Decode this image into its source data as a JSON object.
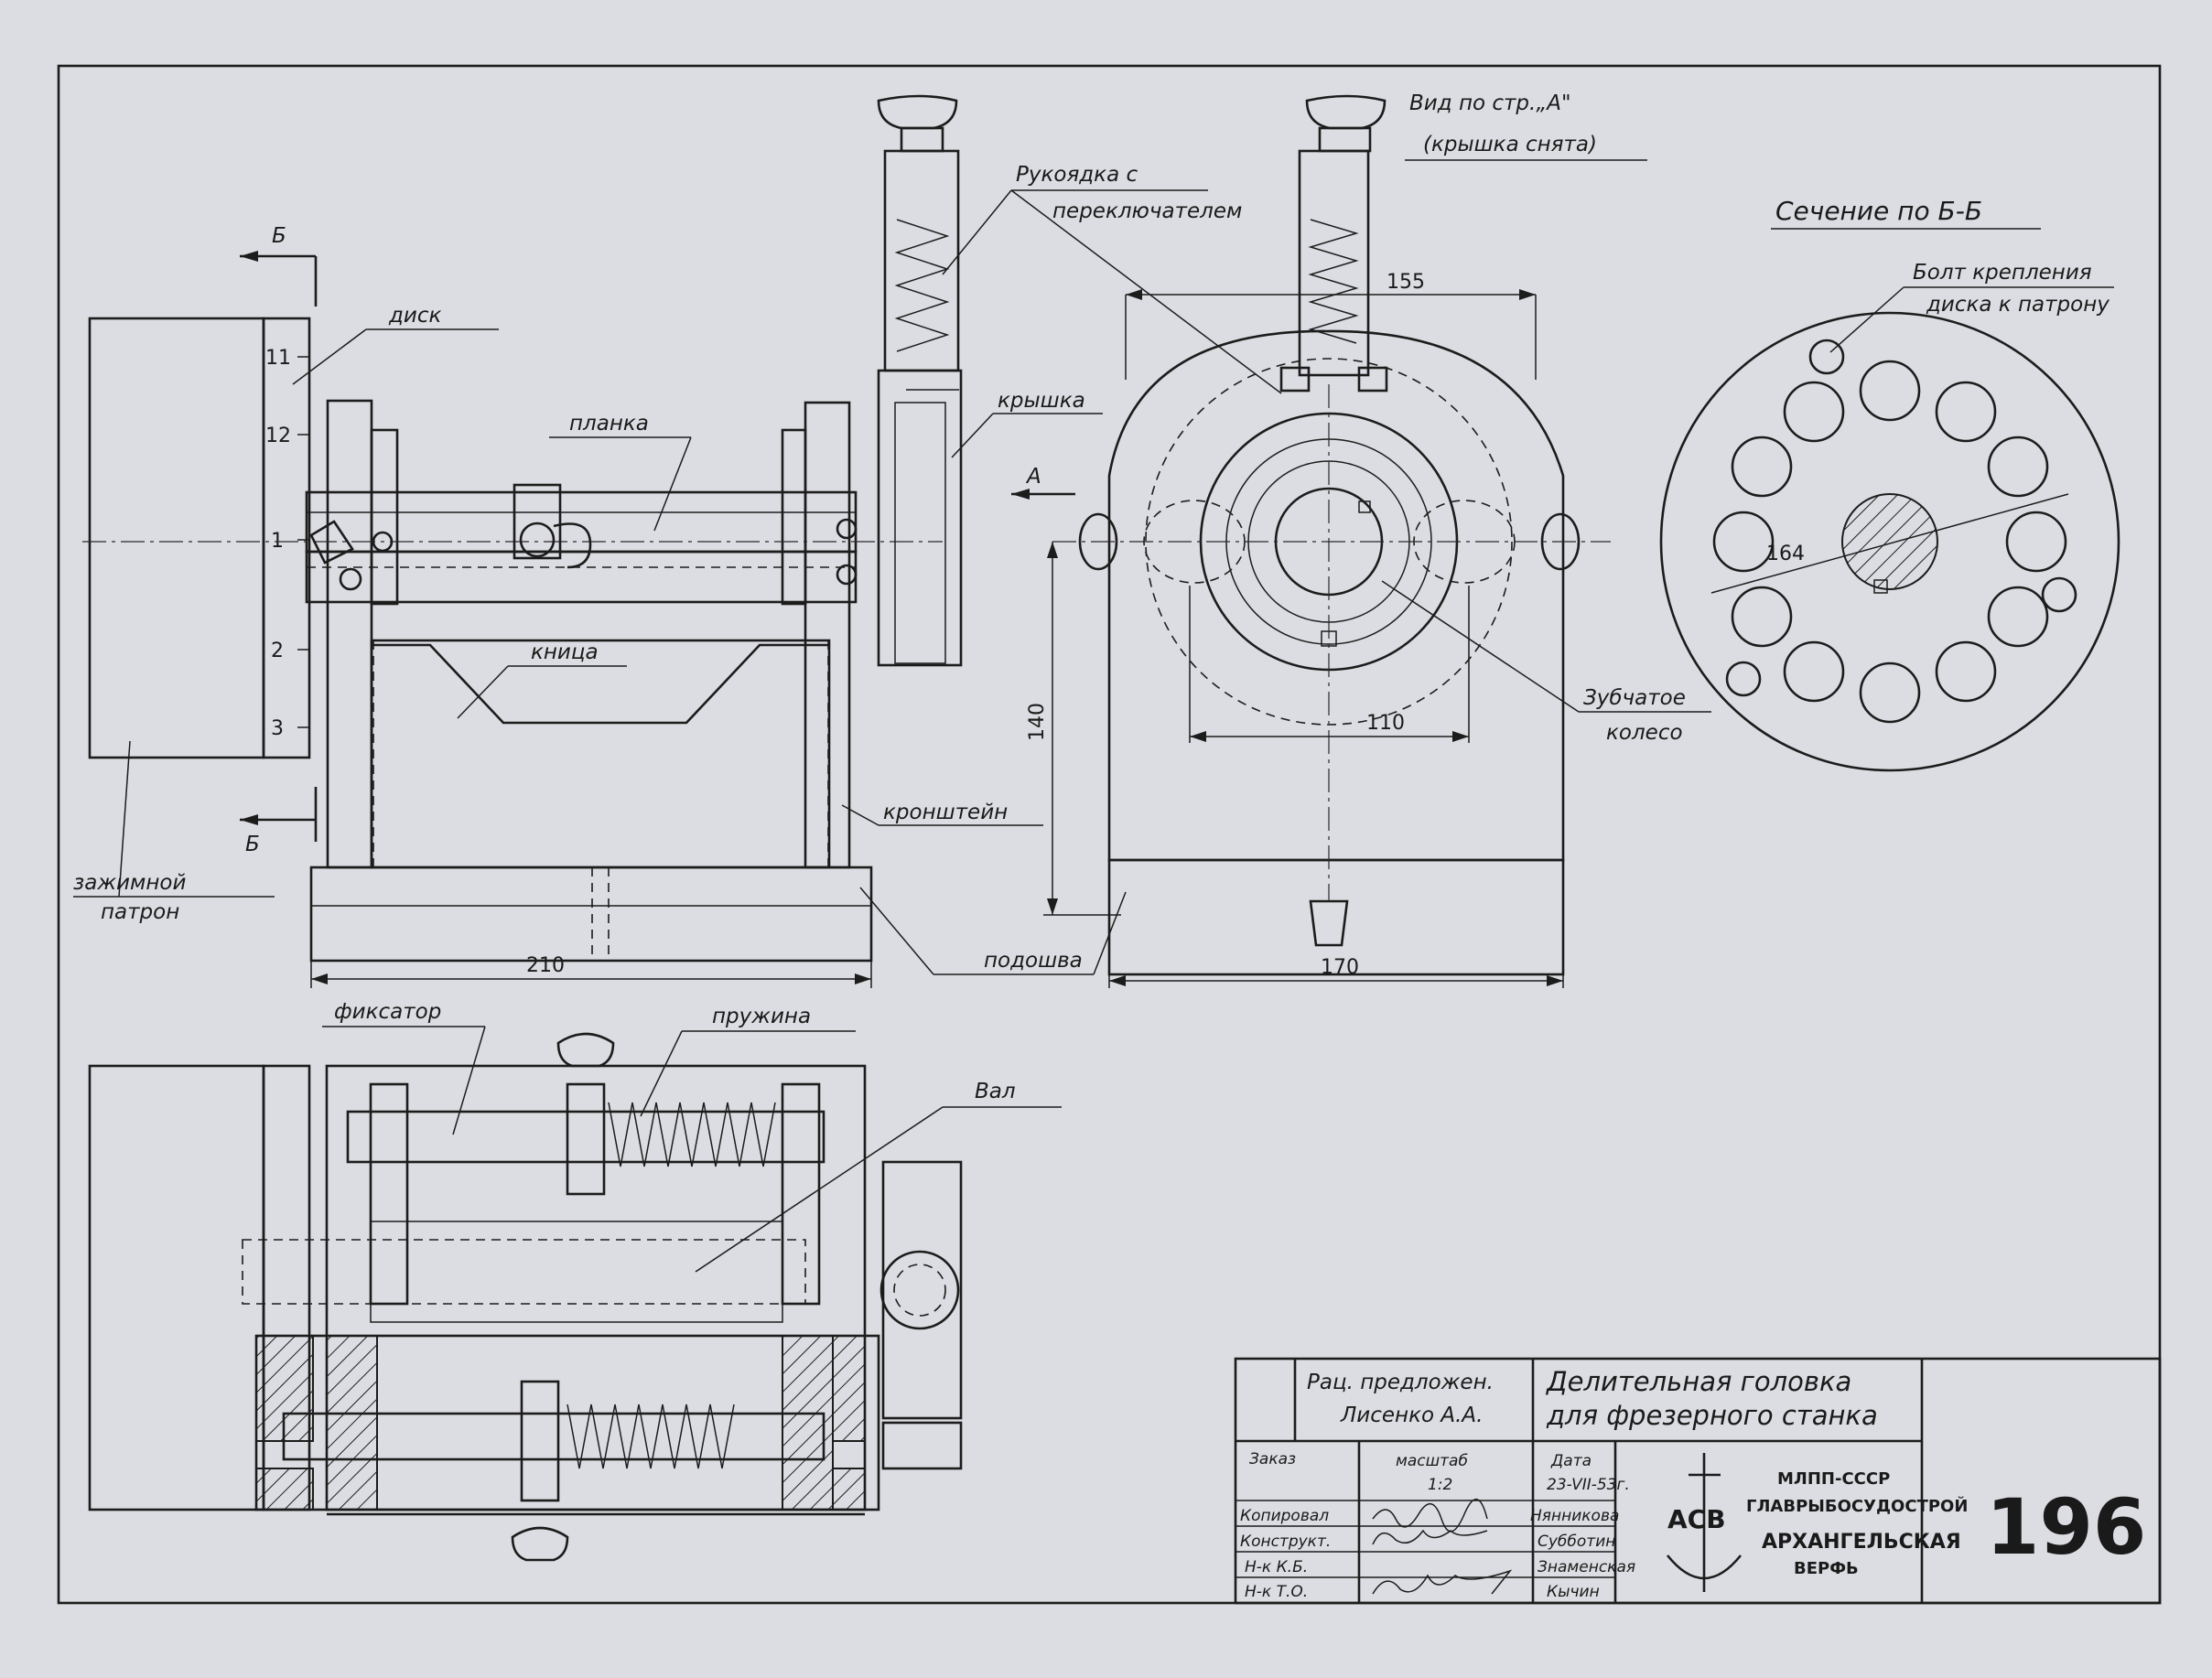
{
  "views": {
    "view_a_title": "Вид по стр.„А\"",
    "view_a_subtitle": "(крышка снята)",
    "section_title": "Сечение по Б-Б",
    "marker_b_top": "Б",
    "marker_b_bottom": "Б",
    "marker_a": "А"
  },
  "labels": {
    "disk": "диск",
    "planka": "планка",
    "knitsa": "кница",
    "chuck_line1": "зажимной",
    "chuck_line2": "патрон",
    "handle_line1": "Рукоядка  с",
    "handle_line2": "переключателем",
    "cover": "крышка",
    "bracket": "кронштейн",
    "sole": "подошва",
    "gear_line1": "Зубчатое",
    "gear_line2": "колесо",
    "bolt_line1": "Болт крепления",
    "bolt_line2": "диска  к патрону",
    "latch": "фиксатор",
    "spring": "пружина",
    "shaft": "Вал"
  },
  "dimensions": {
    "d210": "210",
    "d140": "140",
    "d155": "155",
    "d110": "110",
    "d170": "170",
    "d164": "164"
  },
  "scale_marks": [
    "11",
    "12",
    "1",
    "2",
    "3"
  ],
  "title_block": {
    "proposal_line1": "Рац. предложен.",
    "proposal_line2": "Лисенко А.А.",
    "title_line1": "Делительная головка",
    "title_line2": "для фрезерного станка",
    "order_label": "Заказ",
    "scale_label": "масштаб",
    "scale_value": "1:2",
    "date_label": "Дата",
    "date_value": "23-VII-53г.",
    "roles": [
      "Копировал",
      "Конструкт.",
      "Н-к К.Б.",
      "Н-к Т.О."
    ],
    "names": [
      "Нянникова",
      "Субботин",
      "Знаменская",
      "Кычин"
    ],
    "org_line1": "МЛПП-СССР",
    "org_line2": "ГЛАВРЫБОСУДОСТРОЙ",
    "org_line3": "АРХАНГЕЛЬСКАЯ",
    "org_line4": "ВЕРФЬ",
    "logo_letters": "АСВ",
    "sheet_number": "196"
  }
}
